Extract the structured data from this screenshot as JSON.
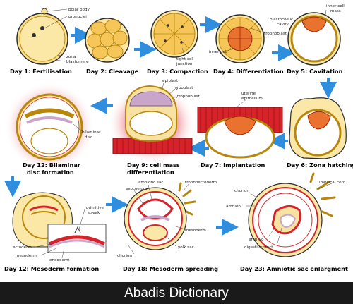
{
  "footer": {
    "brand": "Abadis Dictionary"
  },
  "colors": {
    "cell_fill": "#f9e08f",
    "cell_stroke": "#b8860b",
    "inner_mass": "#e8722e",
    "inner_stroke": "#9e2a0a",
    "arrow": "#2f8fde",
    "uterus": "#d6232a",
    "glow": "#f2a0a8",
    "outline": "#2d2d2d",
    "footer_bg": "#1a1a1a"
  },
  "stages": {
    "s1": {
      "caption": "Day 1: Fertilisation",
      "labels": [
        "polar body",
        "pronuclei",
        "zona",
        "blastomere"
      ]
    },
    "s2": {
      "caption": "Day 2: Cleavage"
    },
    "s3": {
      "caption": "Day 3: Compaction",
      "labels": [
        "tight cell",
        "junction"
      ]
    },
    "s4": {
      "caption": "Day 4: Differentiation",
      "labels": [
        "inner cell",
        "trophoblast"
      ]
    },
    "s5": {
      "caption": "Day 5: Cavitation",
      "labels": [
        "inner cell",
        "mass",
        "blastocoelic",
        "cavity"
      ]
    },
    "s6": {
      "caption": "Day 6: Zona hatching"
    },
    "s7": {
      "caption": "Day 7: Implantation",
      "labels": [
        "uterine",
        "epithelium"
      ]
    },
    "s9": {
      "caption_line1": "Day 9: cell mass",
      "caption_line2": "differentiation",
      "labels": [
        "epiblast",
        "hypoblast",
        "trophoblast"
      ]
    },
    "s12a": {
      "caption_line1": "Day 12: Bilaminar",
      "caption_line2": "disc formation",
      "labels": [
        "bilaminar",
        "disc"
      ]
    },
    "s12b": {
      "caption": "Day 12: Mesoderm formation",
      "labels": [
        "primitive",
        "streak",
        "ectoderm",
        "mesoderm",
        "endoderm"
      ]
    },
    "s18": {
      "caption": "Day 18: Mesoderm spreading",
      "labels": [
        "amniotic sac",
        "exocoelom",
        "trophoectoderm",
        "mesoderm",
        "yolk sac",
        "chorion"
      ]
    },
    "s23": {
      "caption": "Day 23: Amniotic sac enlargment",
      "labels": [
        "umbilical cord",
        "chorion",
        "amnion",
        "embryo",
        "digestive tract"
      ]
    }
  }
}
